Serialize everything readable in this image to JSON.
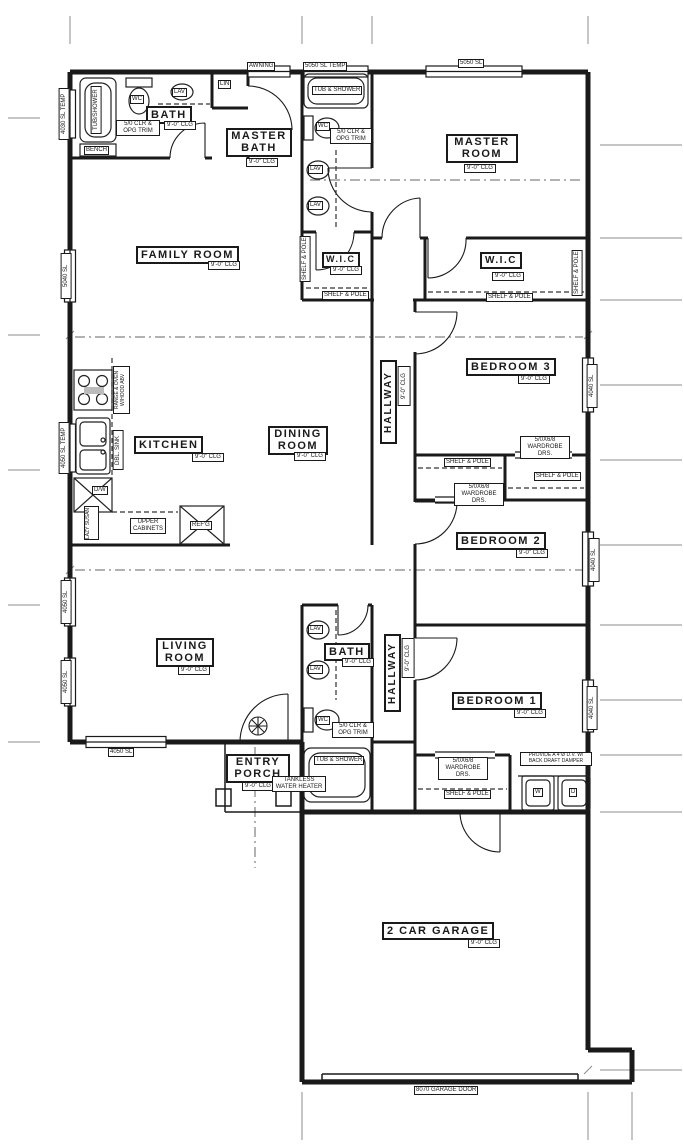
{
  "rooms": {
    "bath_top": {
      "name": "BATH",
      "clg": "9'-0\" CLG"
    },
    "master_bath": {
      "name": "MASTER BATH",
      "clg": "9'-0\" CLG"
    },
    "master_room": {
      "name": "MASTER ROOM",
      "clg": "9'-0\" CLG"
    },
    "wic_left": {
      "name": "W.I.C",
      "clg": "9'-0\" CLG"
    },
    "wic_right": {
      "name": "W.I.C",
      "clg": "9'-0\" CLG"
    },
    "family_room": {
      "name": "FAMILY ROOM",
      "clg": "9'-0\" CLG"
    },
    "kitchen": {
      "name": "KITCHEN",
      "clg": "9'-0\" CLG"
    },
    "dining_room": {
      "name": "DINING ROOM",
      "clg": "9'-0\" CLG"
    },
    "hallway_top": {
      "name": "HALLWAY",
      "clg": "9'-0\" CLG"
    },
    "bedroom3": {
      "name": "BEDROOM 3",
      "clg": "9'-0\" CLG"
    },
    "bedroom2": {
      "name": "BEDROOM 2",
      "clg": "9'-0\" CLG"
    },
    "living_room": {
      "name": "LIVING ROOM",
      "clg": "9'-0\" CLG"
    },
    "bath_low": {
      "name": "BATH",
      "clg": "9'-0\" CLG"
    },
    "hallway_low": {
      "name": "HALLWAY",
      "clg": "9'-0\" CLG"
    },
    "bedroom1": {
      "name": "BEDROOM 1",
      "clg": "9'-0\" CLG"
    },
    "entry_porch": {
      "name": "ENTRY PORCH",
      "clg": "9'-0\" CLG"
    },
    "garage": {
      "name": "2 CAR GARAGE",
      "clg": "9'-0\" CLG"
    }
  },
  "windows": {
    "awning": "AWNING",
    "sl5050t": "5050 SL TEMP",
    "sl5050": "5050 SL",
    "sl4030t": "4030 SL TEMP",
    "sl5040": "5040 SL",
    "sl4050t": "4050 SL TEMP",
    "sl4050": "4050 SL",
    "sl4040": "4040 SL",
    "garage_door": "8070 GARAGE DOOR"
  },
  "fixtures": {
    "tub_shower": "TUB & SHOWER",
    "tub_shower_v": "TUB/SHOWER",
    "wc": "WC",
    "lav": "LAV",
    "lin": "LIN",
    "bench": "BENCH",
    "dbl_sink": "DBL. SINK",
    "range": "RANGE & OVEN W/HOOD ABV",
    "dw": "D/W",
    "corner_cab": "LAZY SUSAN",
    "upper_cabs": "UPPER CABINETS",
    "refg": "REF'G",
    "washer": "W",
    "dryer": "D"
  },
  "notes": {
    "shelf_pole": "SHELF & POLE",
    "wardrobe_drs": "5/0X6/8 WARDROBE DRS.",
    "wc_clr": "5/0 CLR & OPG TRIM",
    "dryer_vent": "PROVIDE A 4\"Ø D.V. W/ BACK DRAFT DAMPER",
    "water_heater": "TANKLESS WATER HEATER"
  },
  "colors": {
    "ink": "#1a1a1a",
    "dim": "#8c8c8c",
    "paper": "#ffffff"
  }
}
